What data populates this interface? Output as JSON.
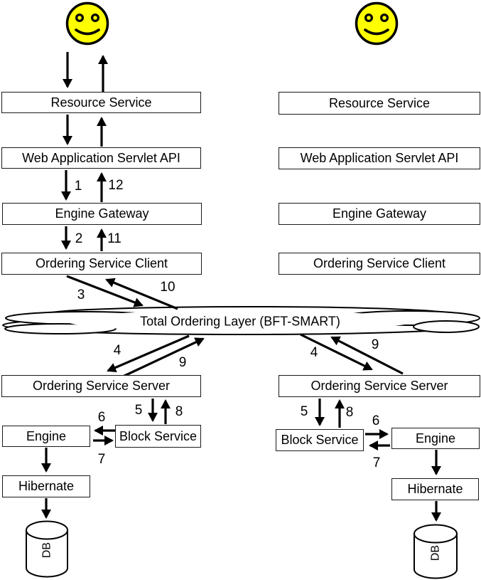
{
  "diagram": {
    "cloud": {
      "label": "Total Ordering Layer (BFT-SMART)"
    },
    "left": {
      "nodes": {
        "resource_service": "Resource Service",
        "web_application": "Web Application Servlet API",
        "engine_gateway": "Engine Gateway",
        "ordering_service_client": "Ordering Service Client",
        "ordering_service_server": "Ordering Service Server",
        "engine": "Engine",
        "block_service": "Block Service",
        "hibernate": "Hibernate",
        "db": "DB"
      }
    },
    "right": {
      "nodes": {
        "resource_service": "Resource Service",
        "web_application": "Web Application Servlet API",
        "engine_gateway": "Engine Gateway",
        "ordering_service_client": "Ordering Service Client",
        "ordering_service_server": "Ordering Service Server",
        "engine": "Engine",
        "block_service": "Block Service",
        "hibernate": "Hibernate",
        "db": "DB"
      }
    },
    "edges": {
      "left": {
        "e1": "1",
        "e2": "2",
        "e3": "3",
        "e4": "4",
        "e5": "5",
        "e6": "6",
        "e7": "7",
        "e8": "8",
        "e9": "9",
        "e10": "10",
        "e11": "11",
        "e12": "12"
      },
      "right": {
        "e4": "4",
        "e5": "5",
        "e6": "6",
        "e7": "7",
        "e8": "8",
        "e9": "9"
      }
    },
    "icons": {
      "client_user": "smiley-face-icon"
    },
    "colors": {
      "smiley_fill": "#ffff00",
      "line": "#000000",
      "background": "#ffffff"
    }
  }
}
